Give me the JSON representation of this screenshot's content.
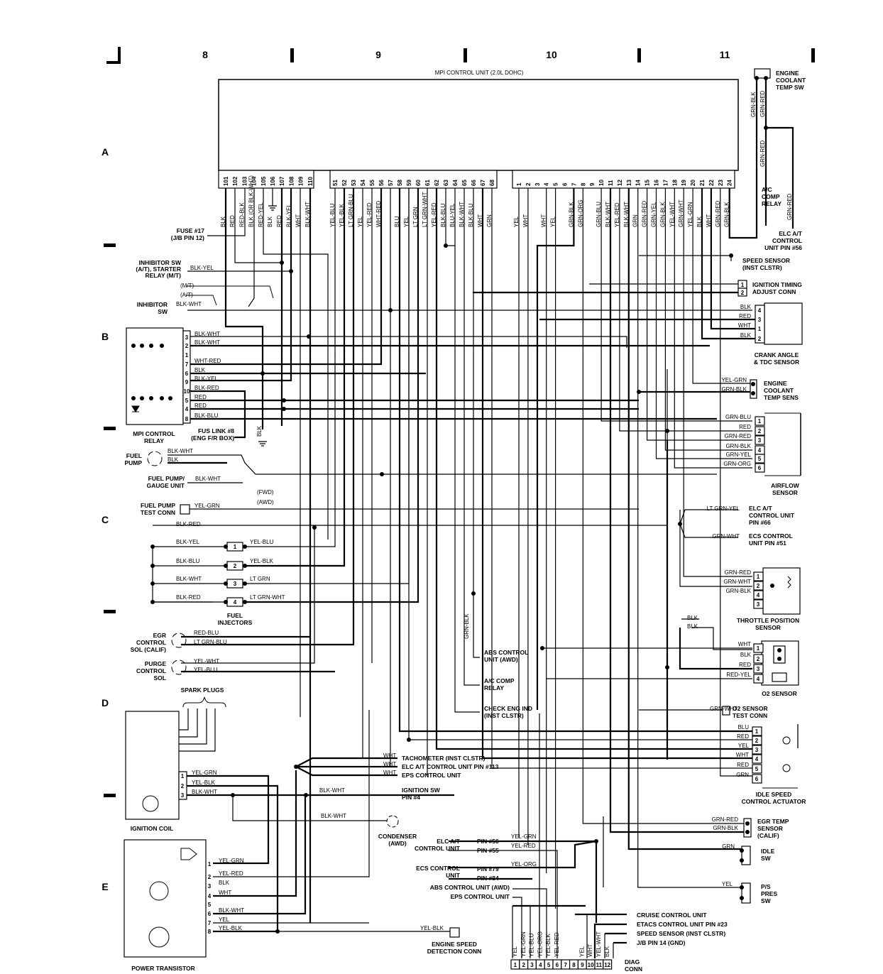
{
  "grid": {
    "columns": [
      "8",
      "9",
      "10",
      "11"
    ],
    "rows": [
      "A",
      "B",
      "C",
      "D",
      "E"
    ]
  },
  "ecu": {
    "title": "MPI CONTROL UNIT (2.0L DOHC)",
    "group1": {
      "pins": [
        "101",
        "102",
        "103",
        "104",
        "105",
        "106",
        "107",
        "108",
        "109",
        "110"
      ],
      "wires": [
        "BLK",
        "RED",
        "RED-BLK",
        "BLK (OR BLK-WHT)",
        "RED-YEL",
        "BLK",
        "RED",
        "BLK-YEL",
        "WHT",
        "BLK-WHT"
      ]
    },
    "group2": {
      "pins": [
        "51",
        "52",
        "53",
        "54",
        "55",
        "56",
        "57",
        "58",
        "59",
        "60",
        "61",
        "62",
        "63",
        "64",
        "65",
        "66",
        "67",
        "68"
      ],
      "wires": [
        "YEL-BLU",
        "YEL-BLK",
        "LT GRN-BLU",
        "YEL",
        "YEL-RED",
        "WHT-RED",
        null,
        "BLU",
        "YEL",
        "LT GRN",
        "LT GRN-WHT",
        "YEL-RED",
        "BLK-BLU",
        "BLU-YEL",
        "BLK-WHT",
        "BLK-BLU",
        "WHT",
        "GRN"
      ]
    },
    "group3": {
      "pins": [
        "1",
        "2",
        "3",
        "4",
        "5",
        "6",
        "7",
        "8",
        "9",
        "10",
        "11",
        "12",
        "13",
        "14",
        "15",
        "16",
        "17",
        "18",
        "19",
        "20",
        "21",
        "22",
        "23",
        "24"
      ],
      "wires": [
        "YEL",
        "WHT",
        null,
        "WHT",
        "YEL",
        null,
        "GRN-BLK",
        "GRN-ORG",
        null,
        "GRN-BLU",
        "BLK-WHT",
        "YEL-RED",
        "BLK-WHT",
        "GRN",
        "GRN-RED",
        "GRN-YEL",
        "GRN-BLK",
        "YEL-WHT",
        "GRN-WHT",
        "YEL-GRN",
        "BLK",
        "WHT",
        "GRN-RED",
        "GRN-BLK"
      ]
    }
  },
  "left": {
    "fuse": [
      "FUSE #17",
      "(J/B PIN 12)"
    ],
    "inhibitor_starter": {
      "label": [
        "INHIBITOR SW",
        "(A/T), STARTER",
        "RELAY (M/T)"
      ],
      "wire": "BLK-YEL"
    },
    "mt": "(M/T)",
    "at": "(A/T)",
    "inhibitor_sw": {
      "label": [
        "INHIBITOR",
        "SW"
      ],
      "wire": "BLK-WHT"
    },
    "mpi_relay": {
      "label": [
        "MPI CONTROL",
        "RELAY"
      ],
      "pins": [
        "3",
        "2",
        "1",
        "7",
        "6",
        "9",
        "10",
        "5",
        "4",
        "8"
      ],
      "wires": [
        "BLK-WHT",
        "BLK-WHT",
        null,
        "WHT-RED",
        "BLK",
        "BLK-YEL",
        "BLK-RED",
        "RED",
        "RED",
        "BLK-BLU"
      ]
    },
    "fus_link": [
      "FUS LINK #8",
      "(ENG F/R BOX)"
    ],
    "fus_link_ground_wire": "BLK",
    "fuel_pump": {
      "label": [
        "FUEL",
        "PUMP"
      ],
      "wires": [
        "BLK-WHT",
        "BLK"
      ]
    },
    "fuel_pump_gauge": {
      "label": [
        "FUEL PUMP/",
        "GAUGE UNIT"
      ],
      "wire": "BLK-WHT"
    },
    "fwd": "(FWD)",
    "awd": "(AWD)",
    "fuel_pump_test": {
      "label": [
        "FUEL PUMP",
        "TEST CONN"
      ],
      "wire": "YEL-GRN"
    },
    "blk_red": "BLK-RED",
    "injectors": {
      "label": [
        "FUEL",
        "INJECTORS"
      ],
      "rows": [
        {
          "in": "BLK-YEL",
          "num": "1",
          "out": "YEL-BLU"
        },
        {
          "in": "BLK-BLU",
          "num": "2",
          "out": "YEL-BLK"
        },
        {
          "in": "BLK-WHT",
          "num": "3",
          "out": "LT GRN"
        },
        {
          "in": "BLK-RED",
          "num": "4",
          "out": "LT GRN-WHT"
        }
      ]
    },
    "egr_sol": {
      "label": [
        "EGR",
        "CONTROL",
        "SOL (CALIF)"
      ],
      "wires": [
        "RED-BLU",
        "LT GRN-BLU"
      ]
    },
    "purge_sol": {
      "label": [
        "PURGE",
        "CONTROL",
        "SOL"
      ],
      "wires": [
        "YEL-WHT",
        "YEL-BLU"
      ]
    },
    "spark_plugs": "SPARK PLUGS",
    "ignition_coil": {
      "label": "IGNITION COIL",
      "pins": [
        "1",
        "2",
        "3"
      ],
      "wires": [
        "YEL-GRN",
        "YEL-BLK",
        "BLK-WHT"
      ]
    },
    "power_transistor": {
      "label": "POWER TRANSISTOR",
      "pins": [
        "1",
        "2",
        "3",
        "4",
        "5",
        "6",
        "7",
        "8"
      ],
      "wires": [
        "YEL-GRN",
        "YEL-RED",
        "BLK",
        "WHT",
        null,
        "BLK-WHT",
        "YEL",
        "YEL-BLK"
      ]
    }
  },
  "center": {
    "wht_wires": [
      "WHT",
      "WHT",
      "WHT"
    ],
    "wht_targets": [
      "TACHOMETER (INST CLSTR)",
      "ELC A/T CONTROL UNIT PIN #113",
      "EPS CONTROL UNIT"
    ],
    "ign_wire": "BLK-WHT",
    "ign_sw": [
      "IGNITION SW",
      "PIN #4"
    ],
    "cond_wire": "BLK-WHT",
    "condenser": [
      "CONDENSER",
      "(AWD)"
    ],
    "grn_blk": "GRN-BLK",
    "abs_unit": [
      "ABS CONTROL",
      "UNIT (AWD)"
    ],
    "ac_comp": [
      "A/C COMP",
      "RELAY"
    ],
    "check_eng": [
      "CHECK ENG IND",
      "(INST CLSTR)"
    ],
    "eng_speed": {
      "wire": "YEL-BLK",
      "label": [
        "ENGINE SPEED",
        "DETECTION CONN"
      ]
    },
    "elc_at": {
      "label": [
        "ELC A/T",
        "CONTROL UNIT"
      ],
      "pins": [
        "PIN #56",
        "PIN #55"
      ],
      "wires": [
        "YEL-GRN",
        "YEL-RED"
      ]
    },
    "ecs": {
      "label": [
        "ECS CONTROL",
        "UNIT"
      ],
      "pins": [
        "PIN #79",
        "PIN #84"
      ],
      "wires": [
        "YEL-ORG"
      ]
    },
    "abs_awd": "ABS CONTROL UNIT (AWD)",
    "eps": "EPS CONTROL UNIT"
  },
  "diag": {
    "label": [
      "DIAG",
      "CONN"
    ],
    "pins": [
      "1",
      "2",
      "3",
      "4",
      "5",
      "6",
      "7",
      "8",
      "9",
      "10",
      "11",
      "12"
    ],
    "wires": [
      "YEL",
      "YEL-GRN",
      "YEL-BLU",
      "YEL-ORG",
      "YEL-BLK",
      "YEL-RED",
      null,
      null,
      "YEL",
      "WHT",
      "YEL-WHT",
      "BLK"
    ],
    "targets": [
      "CRUISE CONTROL UNIT",
      "ETACS CONTROL UNIT PIN #23",
      "SPEED SENSOR (INST CLSTR)",
      "J/B PIN 14 (GND)"
    ]
  },
  "right": {
    "coolant_sw": {
      "label": [
        "ENGINE",
        "COOLANT",
        "TEMP SW"
      ],
      "wires": [
        "GRN-BLK",
        "GRN-RED",
        "GRN-RED",
        "GRN-RED"
      ]
    },
    "ac_relay": [
      "A/C",
      "COMP",
      "RELAY"
    ],
    "elc_at_56": [
      "ELC A/T",
      "CONTROL",
      "UNIT PIN #56"
    ],
    "speed_sensor": [
      "SPEED SENSOR",
      "(INST CLSTR)"
    ],
    "timing_conn": {
      "label": [
        "IGNITION TIMING",
        "ADJUST CONN"
      ],
      "pins": [
        "1",
        "2"
      ]
    },
    "crank": {
      "label": [
        "CRANK ANGLE",
        "& TDC SENSOR"
      ],
      "pins": [
        "4",
        "3",
        "1",
        "2"
      ],
      "wires": [
        "BLK",
        "RED",
        "WHT",
        "BLK"
      ]
    },
    "coolant_sens": {
      "label": [
        "ENGINE",
        "COOLANT",
        "TEMP SENS"
      ],
      "wires": [
        "YEL-GRN",
        "GRN-BLK"
      ]
    },
    "airflow": {
      "label": [
        "AIRFLOW",
        "SENSOR"
      ],
      "pins": [
        "1",
        "2",
        "3",
        "4",
        "5",
        "6"
      ],
      "wires": [
        "GRN-BLU",
        "RED",
        "GRN-RED",
        "GRN-BLK",
        "GRN-YEL",
        "GRN-ORG"
      ]
    },
    "elc_at_66": {
      "wire": "LT GRN-YEL",
      "label": [
        "ELC A/T",
        "CONTROL UNIT",
        "PIN #66"
      ]
    },
    "ecs_51": {
      "wire": "GRN-WHT",
      "label": [
        "ECS CONTROL",
        "UNIT PIN #51"
      ]
    },
    "tps": {
      "label": [
        "THROTTLE POSITION",
        "SENSOR"
      ],
      "pins": [
        "1",
        "2",
        "4",
        "3"
      ],
      "wires": [
        "GRN-RED",
        "GRN-WHT",
        "GRN-BLK"
      ]
    },
    "blk_wires": [
      "BLK",
      "BLK"
    ],
    "o2": {
      "label": "O2 SENSOR",
      "pins": [
        "1",
        "2",
        "3",
        "4"
      ],
      "wires": [
        "WHT",
        "BLK",
        "RED",
        "RED-YEL"
      ]
    },
    "o2_test": {
      "wire": "GRN-WHT",
      "label": [
        "O2 SENSOR",
        "TEST CONN"
      ]
    },
    "isc": {
      "label": [
        "IDLE SPEED",
        "CONTROL ACTUATOR"
      ],
      "pins": [
        "1",
        "2",
        "3",
        "4",
        "5",
        "6"
      ],
      "wires": [
        "BLU",
        "RED",
        "YEL",
        "WHT",
        "RED",
        "GRN"
      ]
    },
    "egr_temp": {
      "label": [
        "EGR TEMP",
        "SENSOR",
        "(CALIF)"
      ],
      "wires": [
        "GRN-RED",
        "GRN-BLK"
      ]
    },
    "idle_sw": {
      "label": [
        "IDLE",
        "SW"
      ],
      "wire": "GRN"
    },
    "ps_sw": {
      "label": [
        "P/S",
        "PRES",
        "SW"
      ],
      "wire": "YEL"
    }
  }
}
